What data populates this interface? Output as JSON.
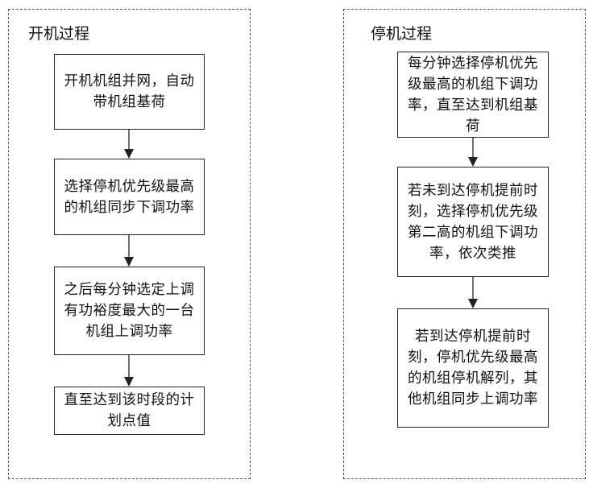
{
  "diagram": {
    "startup_panel": {
      "title": "开机过程",
      "steps": [
        "开机机组并网，自动带机组基荷",
        "选择停机优先级最高的机组同步下调功率",
        "之后每分钟选定上调有功裕度最大的一台机组上调功率",
        "直至达到该时段的计划点值"
      ]
    },
    "shutdown_panel": {
      "title": "停机过程",
      "steps": [
        "每分钟选择停机优先级最高的机组下调功率，直至达到机组基荷",
        "若未到达停机提前时刻，选择停机优先级第二高的机组下调功率，依次类推",
        "若到达停机提前时刻，停机优先级最高的机组停机解列，其他机组同步上调功率"
      ]
    },
    "colors": {
      "line": "#222222",
      "dashed_border": "#555555",
      "background": "#ffffff"
    }
  }
}
